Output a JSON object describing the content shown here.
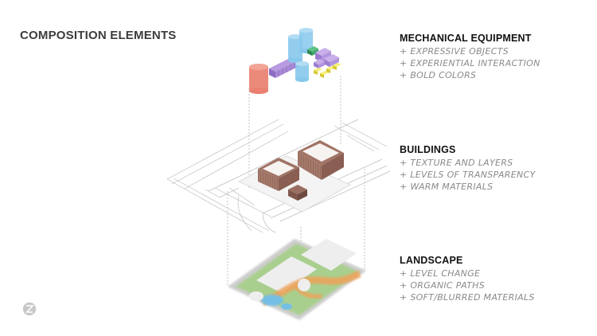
{
  "page": {
    "title": "COMPOSITION ELEMENTS"
  },
  "layers": [
    {
      "heading": "MECHANICAL EQUIPMENT",
      "items": [
        "+ EXPRESSIVE OBJECTS",
        "+ EXPERIENTIAL INTERACTION",
        "+ BOLD COLORS"
      ]
    },
    {
      "heading": "BUILDINGS",
      "items": [
        "+ TEXTURE AND LAYERS",
        "+ LEVELS OF TRANSPARENCY",
        "+ WARM MATERIALS"
      ]
    },
    {
      "heading": "LANDSCAPE",
      "items": [
        "+ LEVEL CHANGE",
        "+ ORGANIC PATHS",
        "+ SOFT/BLURRED MATERIALS"
      ]
    }
  ],
  "colors": {
    "tank_red": "#e98070",
    "tank_blue": "#86c8ec",
    "duct_purple": "#a98ad6",
    "unit_green": "#3fa66a",
    "unit_yellow": "#f0e34a",
    "building_brown": "#9a6f62",
    "lawn_green": "#a9cf8e",
    "path_orange": "#f0a25a",
    "pond_blue": "#74bfe6",
    "paving_gray": "#cfcfcf"
  },
  "icons": {
    "brand": "circular-logo-icon"
  }
}
